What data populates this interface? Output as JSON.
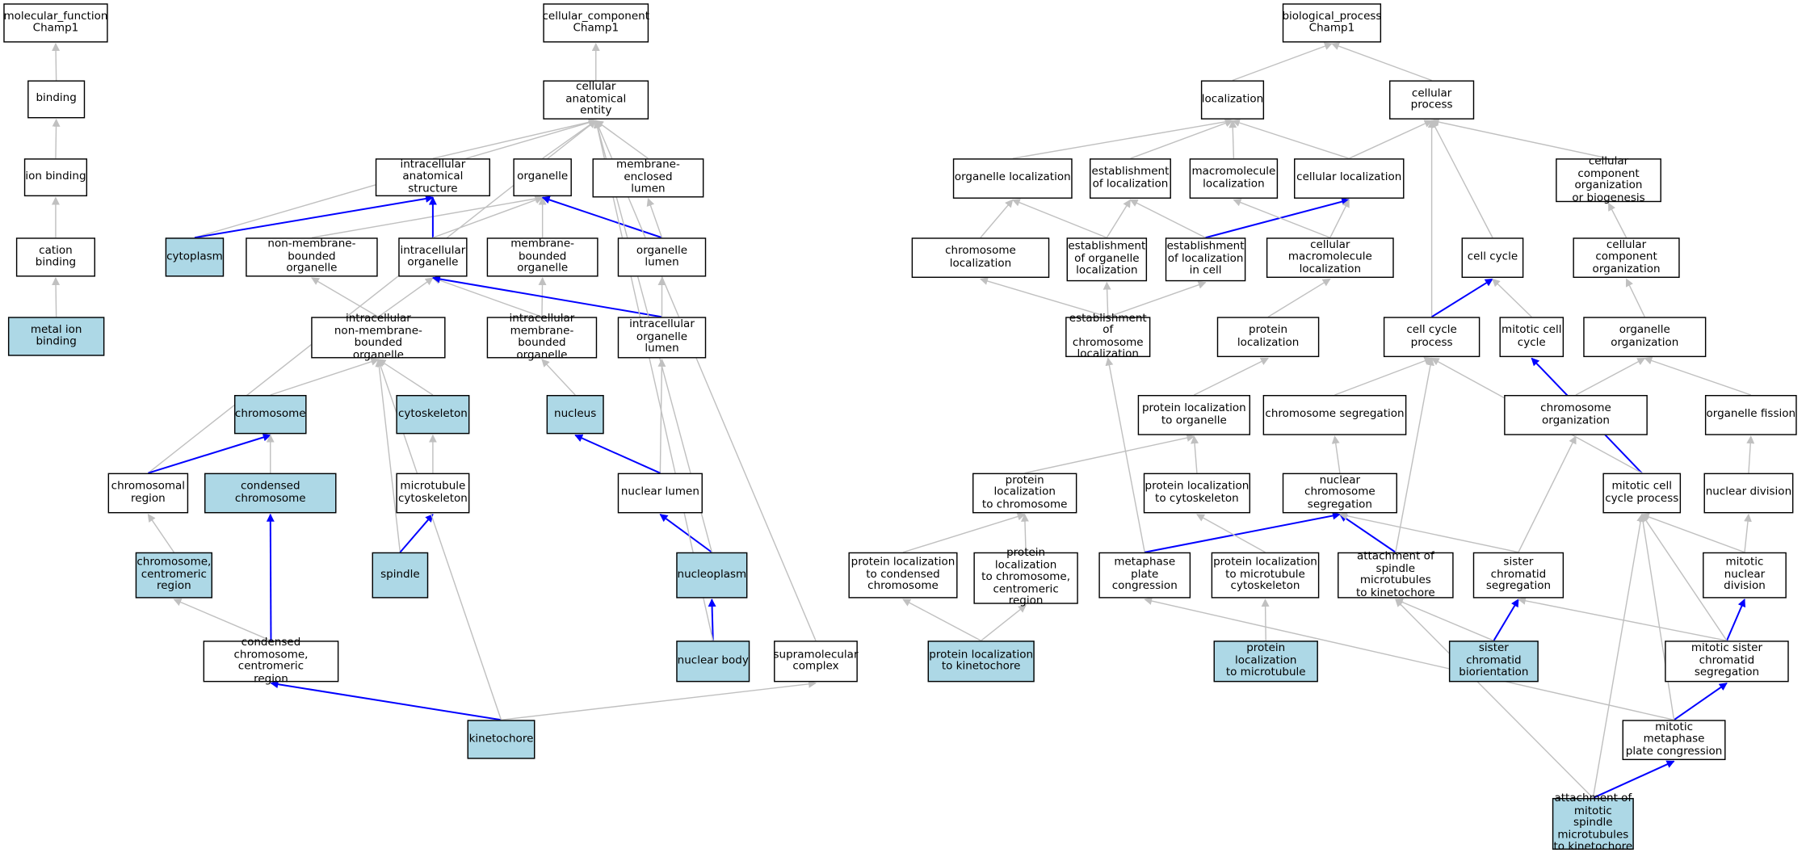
{
  "colors": {
    "highlight": "#add8e6",
    "edge": "#c0c0c0",
    "path_edge": "#0000ff",
    "border": "#000000"
  },
  "nodes": {
    "mf": {
      "label": "molecular_function\nChamp1",
      "highlighted": false
    },
    "binding": {
      "label": "binding",
      "highlighted": false
    },
    "ionb": {
      "label": "ion binding",
      "highlighted": false
    },
    "catb": {
      "label": "cation binding",
      "highlighted": false
    },
    "metal": {
      "label": "metal ion binding",
      "highlighted": true
    },
    "cc": {
      "label": "cellular_component\nChamp1",
      "highlighted": false
    },
    "cae": {
      "label": "cellular anatomical\nentity",
      "highlighted": false
    },
    "ias": {
      "label": "intracellular\nanatomical structure",
      "highlighted": false
    },
    "org": {
      "label": "organelle",
      "highlighted": false
    },
    "mel": {
      "label": "membrane-enclosed\nlumen",
      "highlighted": false
    },
    "cyto": {
      "label": "cytoplasm",
      "highlighted": true
    },
    "nmbo": {
      "label": "non-membrane-bounded\norganelle",
      "highlighted": false
    },
    "io": {
      "label": "intracellular\norganelle",
      "highlighted": false
    },
    "mbo": {
      "label": "membrane-bounded\norganelle",
      "highlighted": false
    },
    "ol": {
      "label": "organelle lumen",
      "highlighted": false
    },
    "inmbo": {
      "label": "intracellular\nnon-membrane-bounded\norganelle",
      "highlighted": false
    },
    "imbo": {
      "label": "intracellular\nmembrane-bounded\norganelle",
      "highlighted": false
    },
    "iol": {
      "label": "intracellular\norganelle lumen",
      "highlighted": false
    },
    "chrom": {
      "label": "chromosome",
      "highlighted": true
    },
    "cytosk": {
      "label": "cytoskeleton",
      "highlighted": true
    },
    "nucleus": {
      "label": "nucleus",
      "highlighted": true
    },
    "chromreg": {
      "label": "chromosomal\nregion",
      "highlighted": false
    },
    "condchrom": {
      "label": "condensed chromosome",
      "highlighted": true
    },
    "mtcyto": {
      "label": "microtubule\ncytoskeleton",
      "highlighted": false
    },
    "nuclum": {
      "label": "nuclear lumen",
      "highlighted": false
    },
    "ccr": {
      "label": "chromosome,\ncentromeric\nregion",
      "highlighted": true
    },
    "spindle": {
      "label": "spindle",
      "highlighted": true
    },
    "nucleoplasm": {
      "label": "nucleoplasm",
      "highlighted": true
    },
    "cccr": {
      "label": "condensed chromosome,\ncentromeric\nregion",
      "highlighted": false
    },
    "nucbody": {
      "label": "nuclear body",
      "highlighted": true
    },
    "supra": {
      "label": "supramolecular\ncomplex",
      "highlighted": false
    },
    "kine": {
      "label": "kinetochore",
      "highlighted": true
    },
    "bp": {
      "label": "biological_process\nChamp1",
      "highlighted": false
    },
    "loc": {
      "label": "localization",
      "highlighted": false
    },
    "cp": {
      "label": "cellular process",
      "highlighted": false
    },
    "orgloc": {
      "label": "organelle localization",
      "highlighted": false
    },
    "estloc": {
      "label": "establishment\nof localization",
      "highlighted": false
    },
    "macroloc": {
      "label": "macromolecule\nlocalization",
      "highlighted": false
    },
    "cellloc": {
      "label": "cellular localization",
      "highlighted": false
    },
    "ccob": {
      "label": "cellular component\norganization\nor biogenesis",
      "highlighted": false
    },
    "chromloc": {
      "label": "chromosome localization",
      "highlighted": false
    },
    "estorgloc": {
      "label": "establishment\nof organelle\nlocalization",
      "highlighted": false
    },
    "estlocc": {
      "label": "establishment\nof localization\nin cell",
      "highlighted": false
    },
    "cmacroloc": {
      "label": "cellular macromolecule\nlocalization",
      "highlighted": false
    },
    "cellcycle": {
      "label": "cell cycle",
      "highlighted": false
    },
    "cco": {
      "label": "cellular component\norganization",
      "highlighted": false
    },
    "estchromloc": {
      "label": "establishment\nof chromosome\nlocalization",
      "highlighted": false
    },
    "protloc": {
      "label": "protein localization",
      "highlighted": false
    },
    "ccp": {
      "label": "cell cycle process",
      "highlighted": false
    },
    "mcc": {
      "label": "mitotic cell\ncycle",
      "highlighted": false
    },
    "orgorg": {
      "label": "organelle organization",
      "highlighted": false
    },
    "plorg": {
      "label": "protein localization\nto organelle",
      "highlighted": false
    },
    "chromseg": {
      "label": "chromosome segregation",
      "highlighted": false
    },
    "chromorg": {
      "label": "chromosome organization",
      "highlighted": false
    },
    "orgfis": {
      "label": "organelle fission",
      "highlighted": false
    },
    "plchrom": {
      "label": "protein localization\nto chromosome",
      "highlighted": false
    },
    "plcytosk": {
      "label": "protein localization\nto cytoskeleton",
      "highlighted": false
    },
    "ncs": {
      "label": "nuclear chromosome\nsegregation",
      "highlighted": false
    },
    "mccp": {
      "label": "mitotic cell\ncycle process",
      "highlighted": false
    },
    "nucdiv": {
      "label": "nuclear division",
      "highlighted": false
    },
    "plcondchrom": {
      "label": "protein localization\nto condensed\nchromosome",
      "highlighted": false
    },
    "plchromcr": {
      "label": "protein localization\nto chromosome,\ncentromeric\nregion",
      "highlighted": false
    },
    "mpc": {
      "label": "metaphase plate\ncongression",
      "highlighted": false
    },
    "plmtcyto": {
      "label": "protein localization\nto microtubule\ncytoskeleton",
      "highlighted": false
    },
    "asmk": {
      "label": "attachment of\nspindle microtubules\nto kinetochore",
      "highlighted": false
    },
    "scs": {
      "label": "sister chromatid\nsegregation",
      "highlighted": false
    },
    "mnd": {
      "label": "mitotic nuclear\ndivision",
      "highlighted": false
    },
    "plkine": {
      "label": "protein localization\nto kinetochore",
      "highlighted": true
    },
    "plmt": {
      "label": "protein localization\nto microtubule",
      "highlighted": true
    },
    "scb": {
      "label": "sister chromatid\nbiorientation",
      "highlighted": true
    },
    "mscs": {
      "label": "mitotic sister\nchromatid segregation",
      "highlighted": false
    },
    "mmpc": {
      "label": "mitotic metaphase\nplate congression",
      "highlighted": false
    },
    "amsmk": {
      "label": "attachment of\nmitotic spindle\nmicrotubules\nto kinetochore",
      "highlighted": true
    }
  },
  "edges": [
    [
      "binding",
      "mf",
      0
    ],
    [
      "ionb",
      "binding",
      0
    ],
    [
      "catb",
      "ionb",
      0
    ],
    [
      "metal",
      "catb",
      0
    ],
    [
      "cae",
      "cc",
      0
    ],
    [
      "ias",
      "cae",
      0
    ],
    [
      "org",
      "cae",
      0
    ],
    [
      "mel",
      "cae",
      0
    ],
    [
      "cyto",
      "cae",
      0
    ],
    [
      "cyto",
      "ias",
      1
    ],
    [
      "nmbo",
      "org",
      0
    ],
    [
      "io",
      "ias",
      1
    ],
    [
      "io",
      "org",
      0
    ],
    [
      "mbo",
      "org",
      0
    ],
    [
      "ol",
      "org",
      1
    ],
    [
      "ol",
      "mel",
      0
    ],
    [
      "inmbo",
      "nmbo",
      0
    ],
    [
      "inmbo",
      "io",
      0
    ],
    [
      "imbo",
      "io",
      0
    ],
    [
      "imbo",
      "mbo",
      0
    ],
    [
      "iol",
      "io",
      1
    ],
    [
      "iol",
      "ol",
      0
    ],
    [
      "chrom",
      "inmbo",
      0
    ],
    [
      "cytosk",
      "inmbo",
      0
    ],
    [
      "nucleus",
      "imbo",
      0
    ],
    [
      "chromreg",
      "cae",
      0
    ],
    [
      "chromreg",
      "chrom",
      1
    ],
    [
      "condchrom",
      "chrom",
      0
    ],
    [
      "mtcyto",
      "cytosk",
      0
    ],
    [
      "nuclum",
      "iol",
      0
    ],
    [
      "nuclum",
      "nucleus",
      1
    ],
    [
      "ccr",
      "chromreg",
      0
    ],
    [
      "spindle",
      "inmbo",
      0
    ],
    [
      "spindle",
      "mtcyto",
      1
    ],
    [
      "nucleoplasm",
      "nuclum",
      1
    ],
    [
      "nucleoplasm",
      "cae",
      0
    ],
    [
      "cccr",
      "ccr",
      0
    ],
    [
      "cccr",
      "condchrom",
      1
    ],
    [
      "nucbody",
      "nucleoplasm",
      1
    ],
    [
      "nucbody",
      "cae",
      0
    ],
    [
      "supra",
      "cae",
      0
    ],
    [
      "kine",
      "cccr",
      1
    ],
    [
      "kine",
      "inmbo",
      0
    ],
    [
      "kine",
      "supra",
      0
    ],
    [
      "loc",
      "bp",
      0
    ],
    [
      "cp",
      "bp",
      0
    ],
    [
      "orgloc",
      "loc",
      0
    ],
    [
      "estloc",
      "loc",
      0
    ],
    [
      "macroloc",
      "loc",
      0
    ],
    [
      "cellloc",
      "loc",
      0
    ],
    [
      "cellloc",
      "cp",
      0
    ],
    [
      "ccob",
      "cp",
      0
    ],
    [
      "chromloc",
      "orgloc",
      0
    ],
    [
      "estorgloc",
      "orgloc",
      0
    ],
    [
      "estorgloc",
      "estloc",
      0
    ],
    [
      "estlocc",
      "estloc",
      0
    ],
    [
      "estlocc",
      "cellloc",
      1
    ],
    [
      "cmacroloc",
      "macroloc",
      0
    ],
    [
      "cmacroloc",
      "cellloc",
      0
    ],
    [
      "cellcycle",
      "cp",
      0
    ],
    [
      "cco",
      "ccob",
      0
    ],
    [
      "estchromloc",
      "chromloc",
      0
    ],
    [
      "estchromloc",
      "estorgloc",
      0
    ],
    [
      "estchromloc",
      "estlocc",
      0
    ],
    [
      "protloc",
      "cmacroloc",
      0
    ],
    [
      "ccp",
      "cp",
      0
    ],
    [
      "ccp",
      "cellcycle",
      1
    ],
    [
      "mcc",
      "cellcycle",
      0
    ],
    [
      "orgorg",
      "cco",
      0
    ],
    [
      "plorg",
      "protloc",
      0
    ],
    [
      "chromseg",
      "ccp",
      0
    ],
    [
      "chromorg",
      "orgorg",
      0
    ],
    [
      "orgfis",
      "orgorg",
      0
    ],
    [
      "plchrom",
      "plorg",
      0
    ],
    [
      "plcytosk",
      "plorg",
      0
    ],
    [
      "ncs",
      "chromseg",
      0
    ],
    [
      "mccp",
      "mcc",
      1
    ],
    [
      "mccp",
      "ccp",
      0
    ],
    [
      "nucdiv",
      "orgfis",
      0
    ],
    [
      "plcondchrom",
      "plchrom",
      0
    ],
    [
      "plchromcr",
      "plchrom",
      0
    ],
    [
      "mpc",
      "estchromloc",
      0
    ],
    [
      "mpc",
      "ncs",
      1
    ],
    [
      "plmtcyto",
      "plcytosk",
      0
    ],
    [
      "asmk",
      "ncs",
      1
    ],
    [
      "asmk",
      "ccp",
      0
    ],
    [
      "scs",
      "ncs",
      0
    ],
    [
      "scs",
      "chromorg",
      0
    ],
    [
      "mnd",
      "nucdiv",
      0
    ],
    [
      "mnd",
      "mccp",
      0
    ],
    [
      "plkine",
      "plcondchrom",
      0
    ],
    [
      "plkine",
      "plchromcr",
      0
    ],
    [
      "plmt",
      "plmtcyto",
      0
    ],
    [
      "scb",
      "scs",
      1
    ],
    [
      "scb",
      "asmk",
      0
    ],
    [
      "mscs",
      "scs",
      0
    ],
    [
      "mscs",
      "mnd",
      1
    ],
    [
      "mscs",
      "mccp",
      0
    ],
    [
      "mmpc",
      "mpc",
      0
    ],
    [
      "mmpc",
      "mscs",
      1
    ],
    [
      "mmpc",
      "mccp",
      0
    ],
    [
      "amsmk",
      "mmpc",
      1
    ],
    [
      "amsmk",
      "asmk",
      0
    ],
    [
      "amsmk",
      "mccp",
      0
    ]
  ]
}
